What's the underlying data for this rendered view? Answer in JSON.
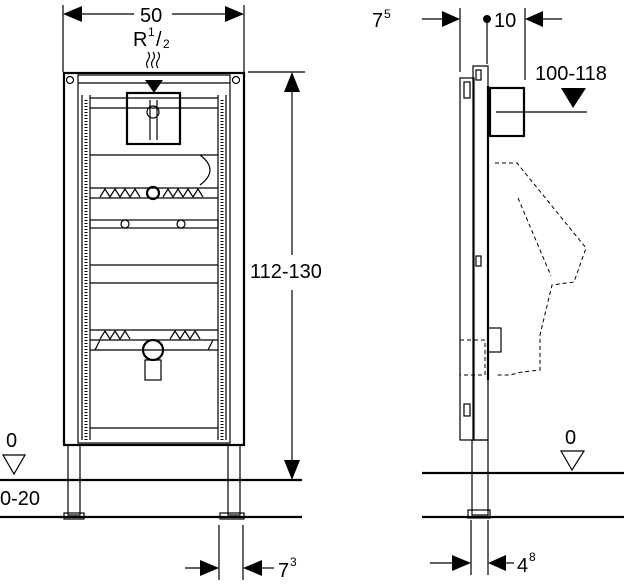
{
  "front_view": {
    "width_label": "50",
    "connection_label": "R",
    "connection_sup": "1",
    "connection_sub": "2",
    "height_label": "112-130",
    "floor_label": "0",
    "floor_range_label": "0-20",
    "foot_label": "7",
    "foot_sup": "3"
  },
  "side_view": {
    "depth_label": "7",
    "depth_sup": "5",
    "offset_label": "10",
    "outlet_height_label": "100-118",
    "floor_label": "0",
    "foot_label": "4",
    "foot_sup": "8"
  }
}
